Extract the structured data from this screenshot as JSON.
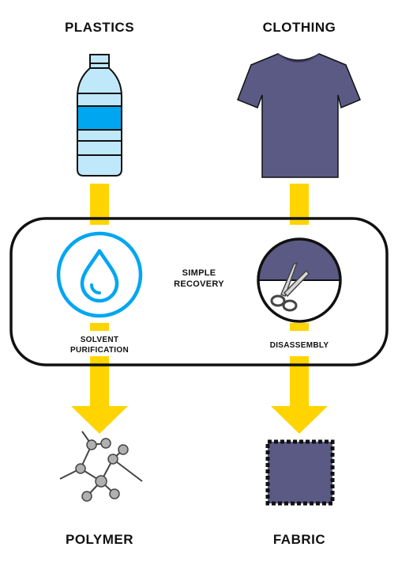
{
  "headings": {
    "top_left": "PLASTICS",
    "top_right": "CLOTHING",
    "bottom_left": "POLYMER",
    "bottom_right": "FABRIC"
  },
  "center_label": {
    "line1": "SIMPLE",
    "line2": "RECOVERY"
  },
  "left_process": {
    "line1": "SOLVENT",
    "line2": "PURIFICATION"
  },
  "right_process": {
    "label": "DISASSEMBLY"
  },
  "colors": {
    "arrow": "#FFD400",
    "bottle_blue": "#00A6F0",
    "bottle_light": "#BFE9FB",
    "shirt": "#5B5A85",
    "outline": "#111111"
  },
  "icons": [
    "bottle-icon",
    "tshirt-icon",
    "water-drop-icon",
    "scissors-icon",
    "polymer-molecule-icon",
    "fabric-swatch-icon"
  ]
}
